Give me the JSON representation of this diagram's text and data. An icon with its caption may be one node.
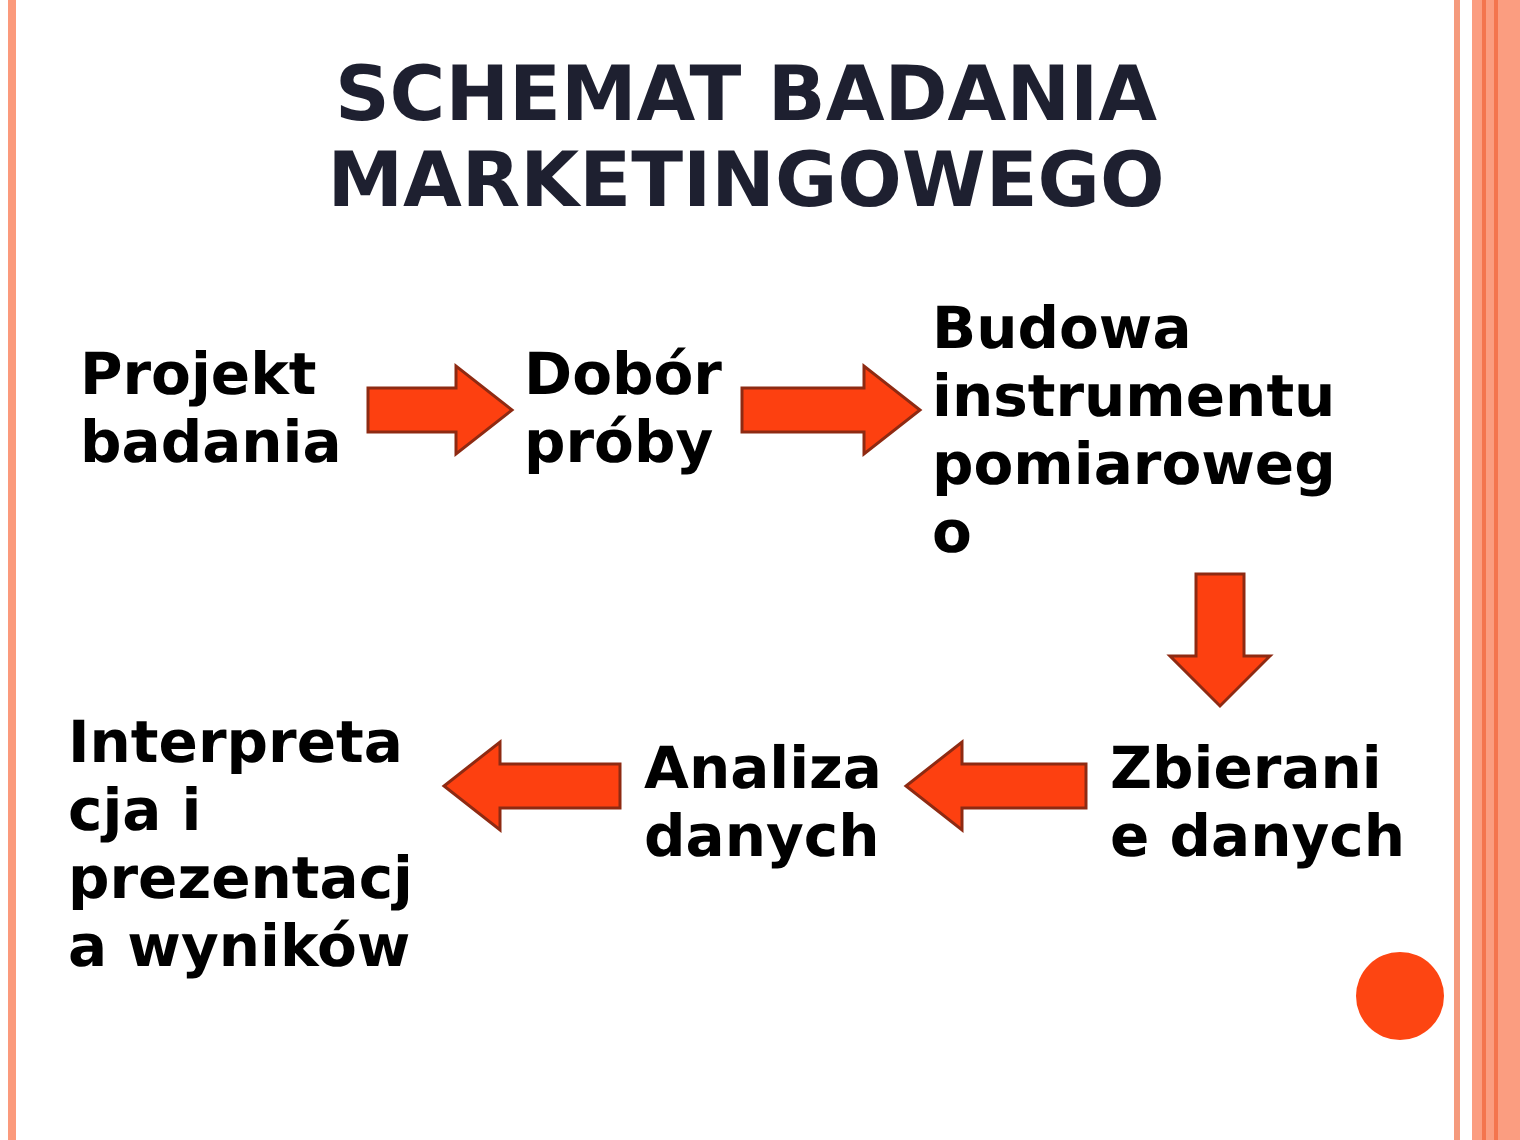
{
  "diagram": {
    "title": "SCHEMAT BADANIA MARKETINGOWEGO",
    "nodes": [
      {
        "text": [
          "Projekt badania"
        ]
      },
      {
        "text": [
          "Dobór próby"
        ]
      },
      {
        "text": [
          "Budowa instrumentu pomiarowego"
        ]
      },
      {
        "text": [
          "Zbieranie danych"
        ]
      },
      {
        "text": [
          "Analiza danych"
        ]
      },
      {
        "text": [
          "Interpretacja i prezentacja wyników"
        ]
      }
    ],
    "edges": [
      {
        "from": 0,
        "to": 1,
        "arrow": "to"
      },
      {
        "from": 1,
        "to": 2,
        "arrow": "to"
      },
      {
        "from": 2,
        "to": 3,
        "arrow": "to"
      },
      {
        "from": 3,
        "to": 4,
        "arrow": "to"
      },
      {
        "from": 4,
        "to": 5,
        "arrow": "to"
      }
    ]
  }
}
